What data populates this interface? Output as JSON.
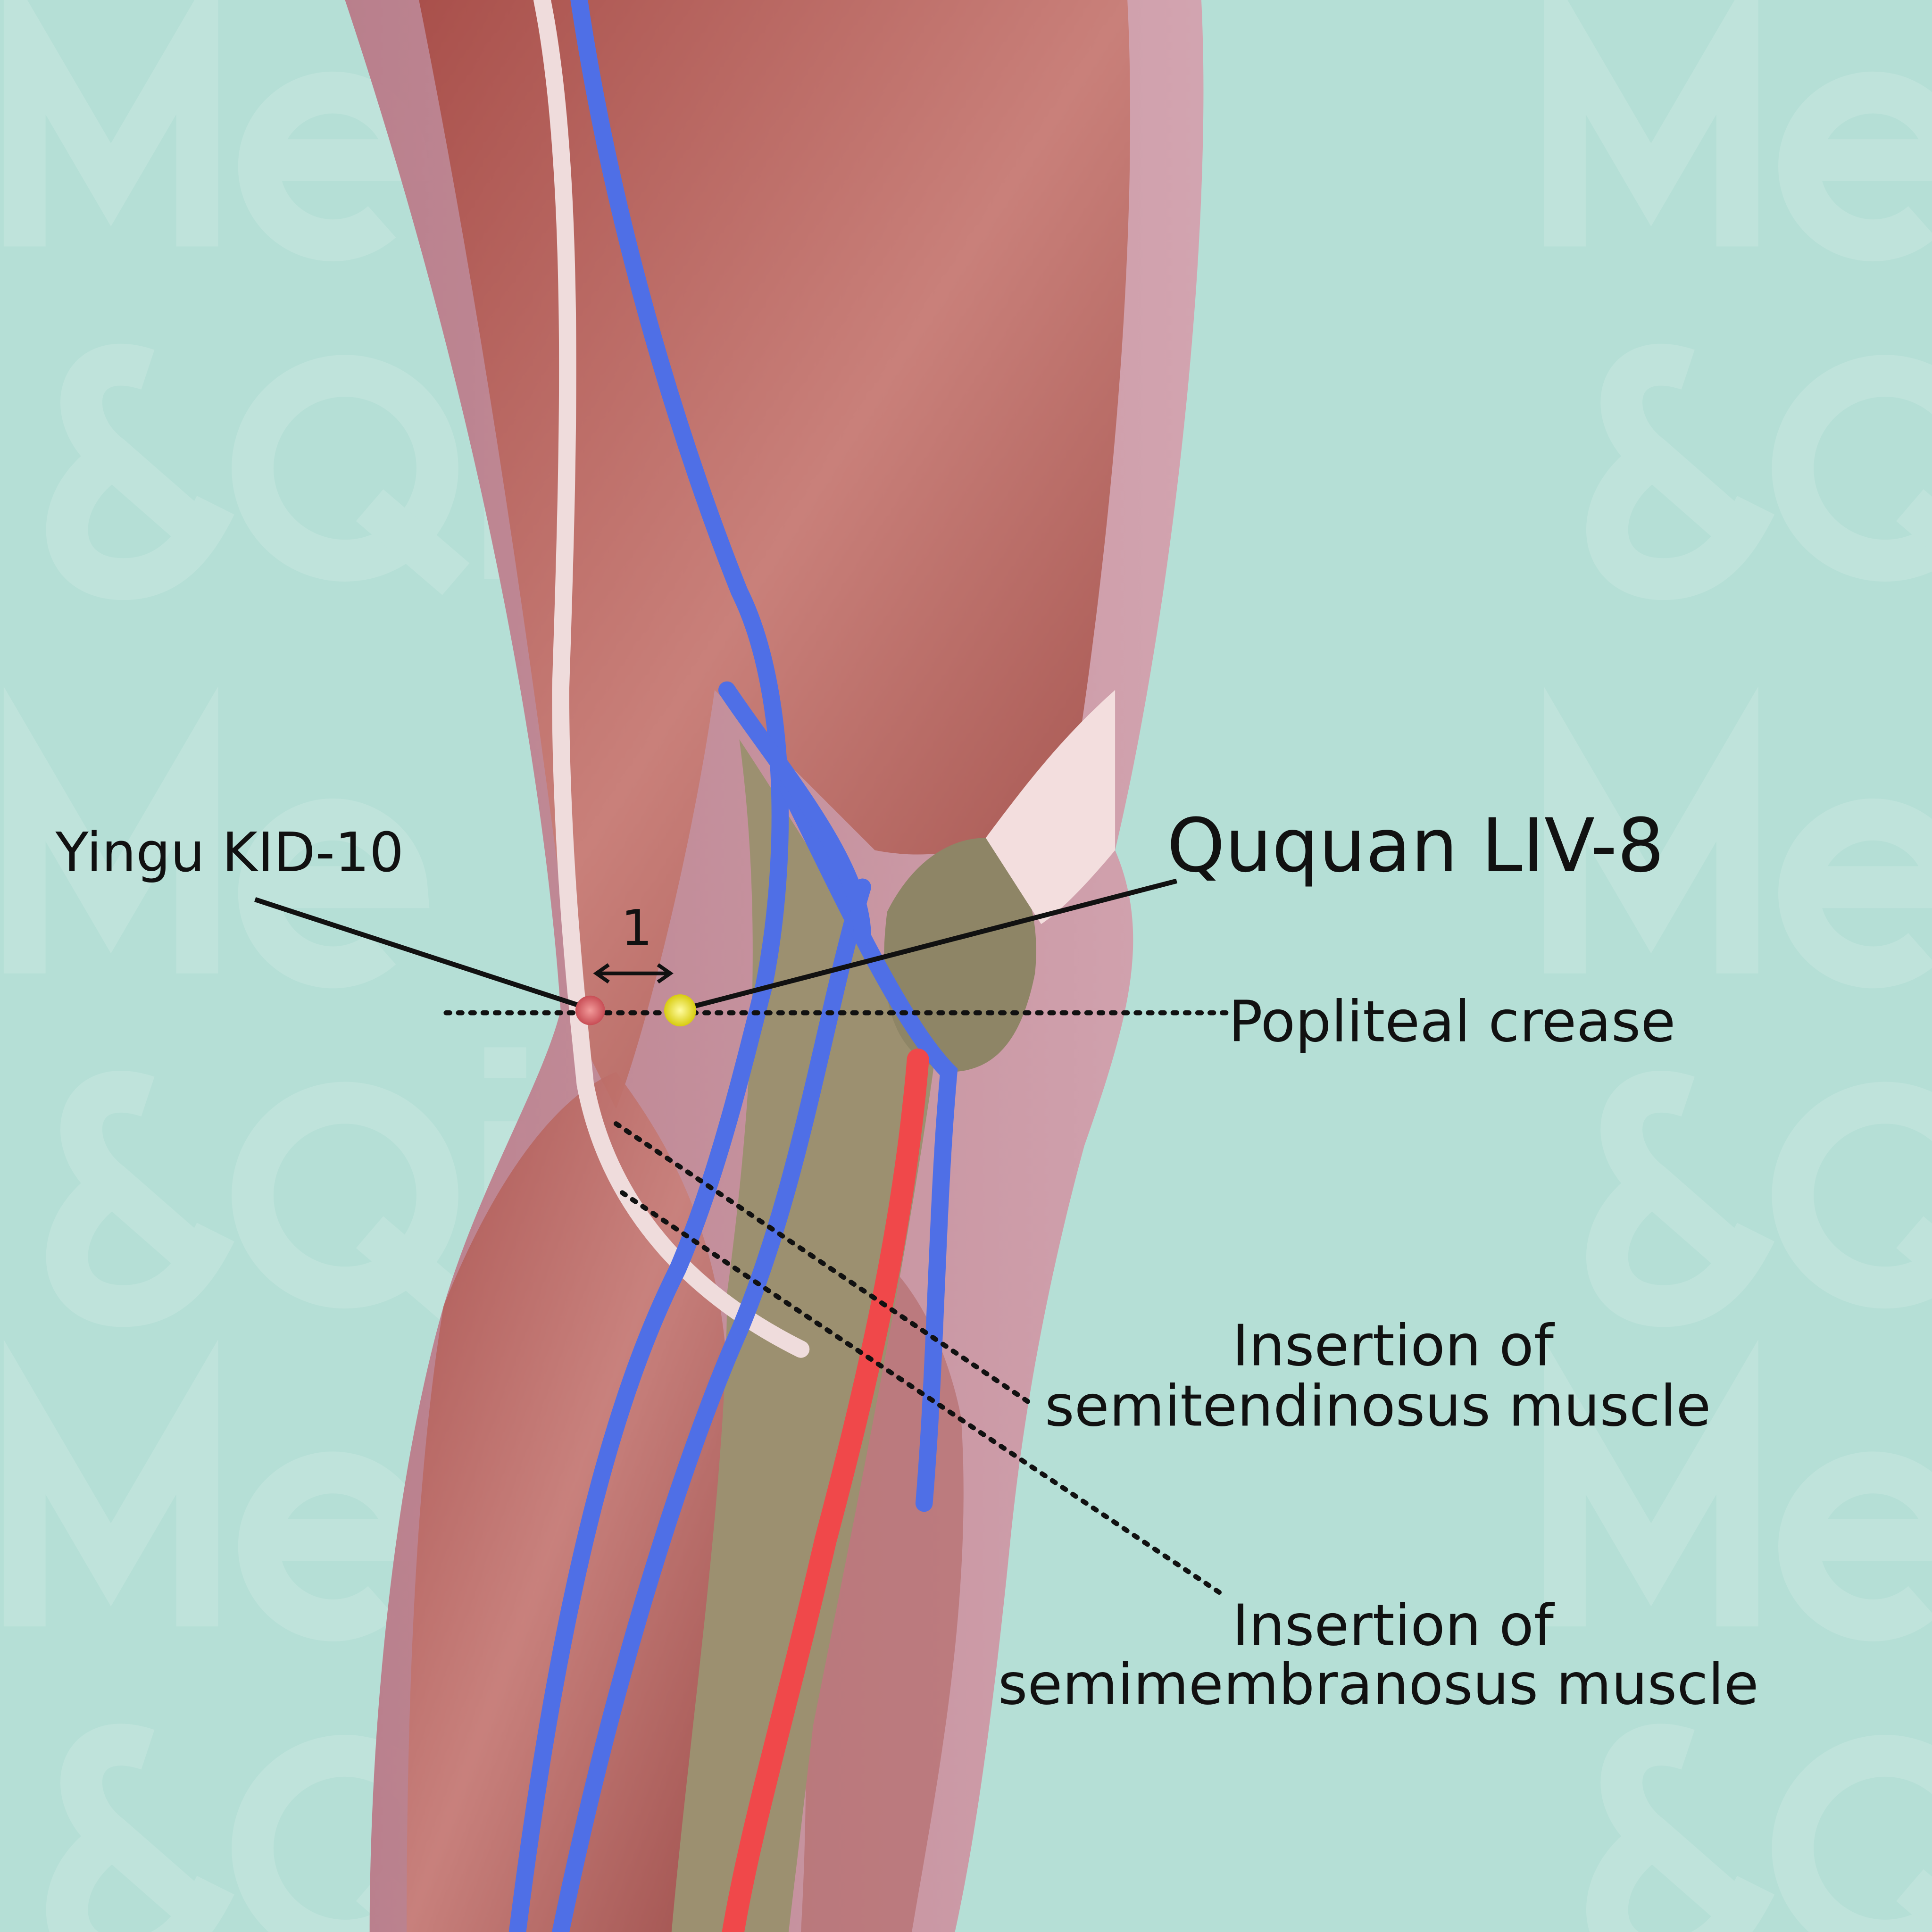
{
  "watermark": {
    "line1": "Me",
    "line2": "&Qi"
  },
  "points": [
    {
      "name": "Yingu KID-10",
      "color": "#d9646a"
    },
    {
      "name": "Ququan LIV-8",
      "color": "#f2ea2a"
    }
  ],
  "labels": {
    "yingu": "Yingu KID-10",
    "ququan": "Ququan LIV-8",
    "distance": "1",
    "popliteal_crease": "Popliteal crease",
    "semitendinosus_line1": "Insertion of",
    "semitendinosus_line2": "semitendinosus muscle",
    "semimembranosus_line1": "Insertion of",
    "semimembranosus_line2": "semimembranosus muscle"
  },
  "colors": {
    "background": "#b5dfd6",
    "muscle": "#b5615c",
    "skin": "#c98e9c",
    "vein": "#4f6fe6",
    "artery": "#f0484a",
    "bone": "#9c9070"
  }
}
